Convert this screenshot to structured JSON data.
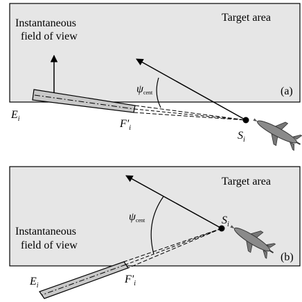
{
  "panel_a": {
    "target_label": "Target area",
    "fov_label_line1": "Instantaneous",
    "fov_label_line2": "field of view",
    "psi_symbol": "ψ",
    "psi_subscript": "cent",
    "panel_tag": "(a)",
    "point_E": "E",
    "point_E_sub": "i",
    "point_F": "F'",
    "point_F_sub": "i",
    "point_S": "S",
    "point_S_sub": "i"
  },
  "panel_b": {
    "target_label": "Target area",
    "fov_label_line1": "Instantaneous",
    "fov_label_line2": "field of view",
    "psi_symbol": "ψ",
    "psi_subscript": "cent",
    "panel_tag": "(b)",
    "point_E": "E",
    "point_E_sub": "i",
    "point_F": "F'",
    "point_F_sub": "i",
    "point_S": "S",
    "point_S_sub": "i"
  },
  "colors": {
    "area_fill": "#e6e6e6",
    "fov_bar_fill": "#c8c8c8",
    "stroke": "#000000"
  },
  "icons": {
    "missile": "missile-icon"
  }
}
